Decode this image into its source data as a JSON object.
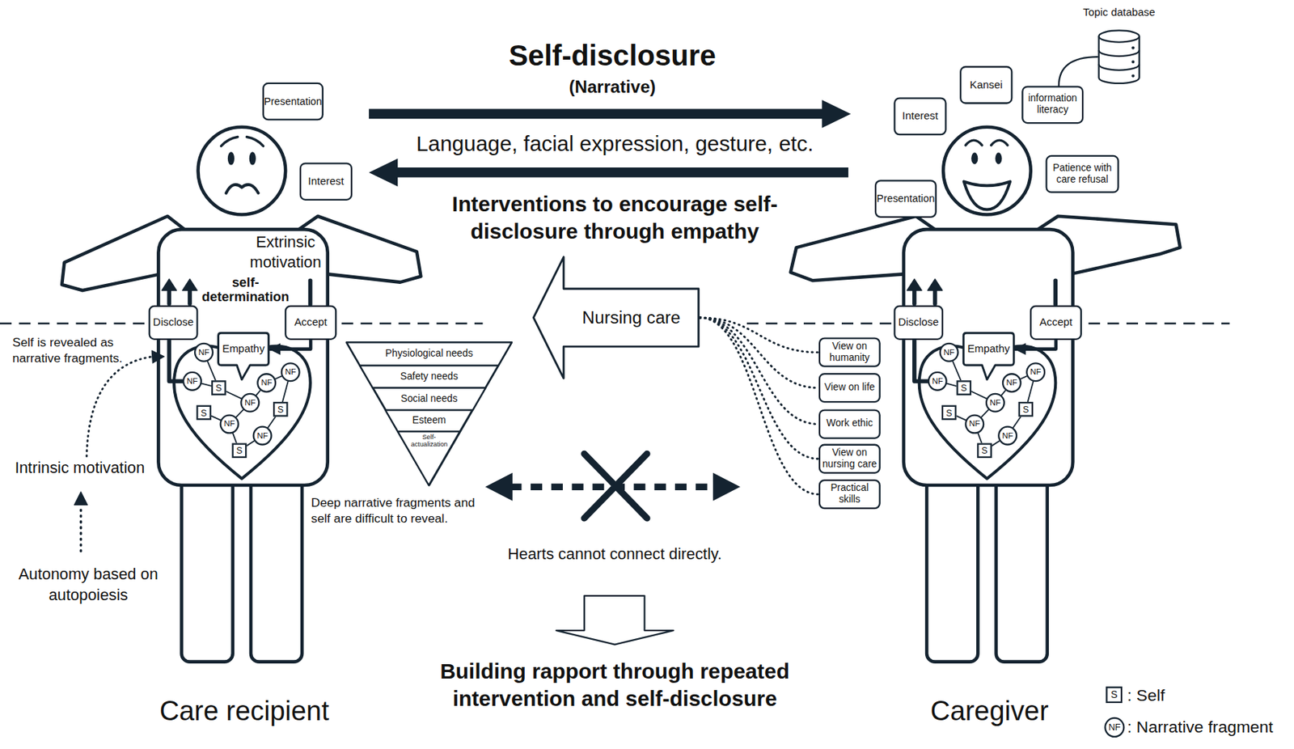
{
  "diagram": {
    "title": "Self-disclosure",
    "nodes": [
      {
        "text": [
          "Presentation"
        ]
      },
      {
        "text": [
          "Interest"
        ]
      },
      {
        "text": [
          "Kansei"
        ]
      },
      {
        "text": [
          "Topic database"
        ]
      },
      {
        "text": [
          "information literacy"
        ]
      },
      {
        "text": [
          "Interest"
        ]
      },
      {
        "text": [
          "Patience with care refusal"
        ]
      },
      {
        "text": [
          "Presentation"
        ]
      },
      {
        "text": [
          "Nursing care"
        ]
      },
      {
        "text": [
          "Disclose"
        ]
      },
      {
        "text": [
          "Accept"
        ]
      },
      {
        "text": [
          "Empathy"
        ]
      },
      {
        "text": [
          "Disclose"
        ]
      },
      {
        "text": [
          "Accept"
        ]
      },
      {
        "text": [
          "Empathy"
        ]
      },
      {
        "text": [
          "View on humanity"
        ]
      },
      {
        "text": [
          "View on life"
        ]
      },
      {
        "text": [
          "Work ethic"
        ]
      },
      {
        "text": [
          "View on nursing care"
        ]
      },
      {
        "text": [
          "Practical skills"
        ]
      },
      {
        "text": [
          "Physiological needs"
        ]
      },
      {
        "text": [
          "Safety needs"
        ]
      },
      {
        "text": [
          "Social needs"
        ]
      },
      {
        "text": [
          "Esteem"
        ]
      },
      {
        "text": [
          "Self-actualization"
        ]
      },
      {
        "text": [
          "NF"
        ]
      },
      {
        "text": [
          "NF"
        ]
      },
      {
        "text": [
          "S"
        ]
      },
      {
        "text": [
          "NF"
        ]
      },
      {
        "text": [
          "NF"
        ]
      },
      {
        "text": [
          "NF"
        ]
      },
      {
        "text": [
          "S"
        ]
      },
      {
        "text": [
          "S"
        ]
      },
      {
        "text": [
          "NF"
        ]
      },
      {
        "text": [
          "NF"
        ]
      },
      {
        "text": [
          "S"
        ]
      },
      {
        "text": [
          "NF"
        ]
      },
      {
        "text": [
          "NF"
        ]
      },
      {
        "text": [
          "S"
        ]
      },
      {
        "text": [
          "NF"
        ]
      },
      {
        "text": [
          "NF"
        ]
      },
      {
        "text": [
          "NF"
        ]
      },
      {
        "text": [
          "S"
        ]
      },
      {
        "text": [
          "S"
        ]
      },
      {
        "text": [
          "NF"
        ]
      },
      {
        "text": [
          "NF"
        ]
      },
      {
        "text": [
          "S"
        ]
      },
      {
        "text": [
          "S"
        ]
      },
      {
        "text": [
          "NF"
        ]
      }
    ],
    "edges": [
      {
        "from": 8,
        "to": 15,
        "arrow": "none"
      },
      {
        "from": 8,
        "to": 16,
        "arrow": "none"
      },
      {
        "from": 8,
        "to": 17,
        "arrow": "none"
      },
      {
        "from": 8,
        "to": 18,
        "arrow": "none"
      },
      {
        "from": 8,
        "to": 19,
        "arrow": "none"
      },
      {
        "from": 10,
        "to": 11,
        "arrow": "to"
      },
      {
        "from": 13,
        "to": 14,
        "arrow": "to"
      },
      {
        "from": 26,
        "to": 9,
        "arrow": "none"
      },
      {
        "from": 37,
        "to": 12,
        "arrow": "none"
      },
      {
        "from": 4,
        "to": 3,
        "arrow": "none"
      },
      {
        "from": 25,
        "to": 27,
        "arrow": "none"
      },
      {
        "from": 26,
        "to": 27,
        "arrow": "none"
      },
      {
        "from": 27,
        "to": 30,
        "arrow": "none"
      },
      {
        "from": 28,
        "to": 30,
        "arrow": "none"
      },
      {
        "from": 29,
        "to": 32,
        "arrow": "none"
      },
      {
        "from": 30,
        "to": 33,
        "arrow": "none"
      },
      {
        "from": 31,
        "to": 33,
        "arrow": "none"
      },
      {
        "from": 33,
        "to": 35,
        "arrow": "none"
      },
      {
        "from": 34,
        "to": 35,
        "arrow": "none"
      },
      {
        "from": 34,
        "to": 32,
        "arrow": "none"
      },
      {
        "from": 28,
        "to": 29,
        "arrow": "none"
      },
      {
        "from": 36,
        "to": 38,
        "arrow": "none"
      },
      {
        "from": 37,
        "to": 38,
        "arrow": "none"
      },
      {
        "from": 38,
        "to": 41,
        "arrow": "none"
      },
      {
        "from": 39,
        "to": 41,
        "arrow": "none"
      },
      {
        "from": 40,
        "to": 43,
        "arrow": "none"
      },
      {
        "from": 41,
        "to": 44,
        "arrow": "none"
      },
      {
        "from": 42,
        "to": 44,
        "arrow": "none"
      },
      {
        "from": 44,
        "to": 46,
        "arrow": "none"
      },
      {
        "from": 45,
        "to": 46,
        "arrow": "none"
      },
      {
        "from": 45,
        "to": 43,
        "arrow": "none"
      },
      {
        "from": 39,
        "to": 40,
        "arrow": "none"
      }
    ],
    "labels": [
      "(Narrative)",
      "Language, facial expression, gesture, etc.",
      "Interventions to encourage self-disclosure through empathy",
      "Extrinsic motivation",
      "self-determination",
      "Self is revealed as narrative fragments.",
      "Intrinsic motivation",
      "Autonomy based on autopoiesis",
      "Deep narrative fragments and self are difficult to reveal.",
      "Hearts cannot connect directly.",
      "Building rapport through repeated intervention and self-disclosure",
      "Care recipient",
      "Caregiver"
    ],
    "legend": [
      {
        "text": ": Self"
      },
      {
        "text": ": Narrative fragment"
      }
    ]
  }
}
